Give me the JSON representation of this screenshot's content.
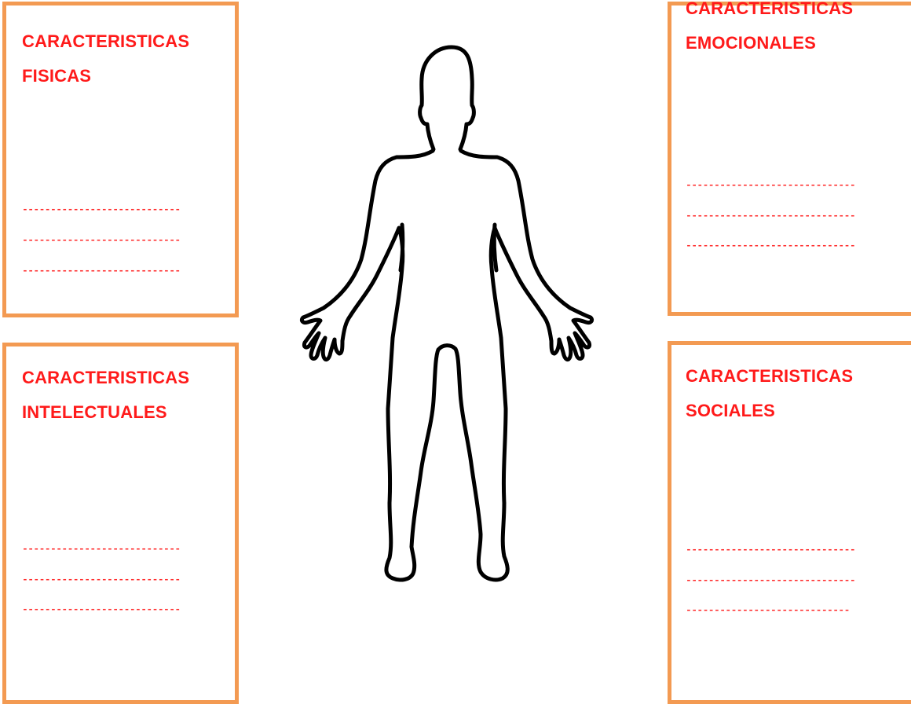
{
  "boxes": {
    "fisicas": {
      "title": "CARACTERISTICAS\nFISICAS",
      "lines": [
        "----------------------------",
        "----------------------------",
        "----------------------------"
      ]
    },
    "emocionales": {
      "title": "CARACTERISTICAS\nEMOCIONALES",
      "lines": [
        "------------------------------",
        "------------------------------",
        "------------------------------"
      ]
    },
    "intelectuales": {
      "title": "CARACTERISTICAS\nINTELECTUALES",
      "lines": [
        "----------------------------",
        "----------------------------",
        "----------------------------"
      ]
    },
    "sociales": {
      "title": "CARACTERISTICAS\nSOCIALES",
      "lines": [
        "------------------------------",
        "------------------------------",
        "-----------------------------"
      ]
    }
  },
  "colors": {
    "border": "#f39a52",
    "title": "#ff1a1a",
    "dashes": "#ff2a2a",
    "figure_outline": "#000000"
  },
  "figure": {
    "icon": "human-body-outline-icon"
  }
}
